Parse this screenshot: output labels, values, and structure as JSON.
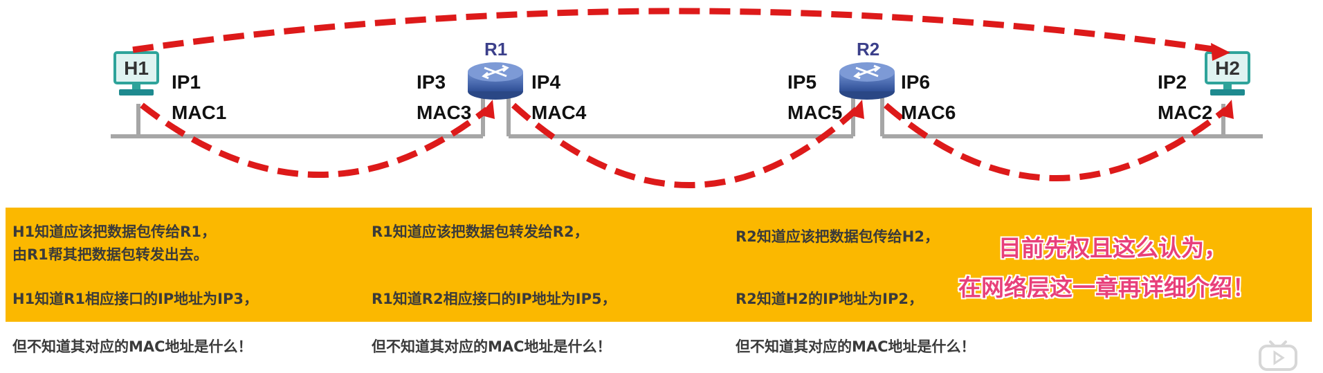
{
  "diagram": {
    "hosts": [
      {
        "name": "H1",
        "ip": "IP1",
        "mac": "MAC1"
      },
      {
        "name": "H2",
        "ip": "IP2",
        "mac": "MAC2"
      }
    ],
    "routers": [
      {
        "name": "R1",
        "left_ip": "IP3",
        "left_mac": "MAC3",
        "right_ip": "IP4",
        "right_mac": "MAC4"
      },
      {
        "name": "R2",
        "left_ip": "IP5",
        "left_mac": "MAC5",
        "right_ip": "IP6",
        "right_mac": "MAC6"
      }
    ],
    "colors": {
      "arrow": "#dd1a1a",
      "link": "#a6a6a6",
      "router": "#3d62a8",
      "host_screen": "#2ea39a",
      "band": "#fbb800",
      "note": "#e8407a"
    }
  },
  "panels": [
    {
      "line1": "H1知道应该把数据包传给R1，",
      "line2": "由R1帮其把数据包转发出去。",
      "line3": "H1知道R1相应接口的IP地址为IP3，",
      "line4": "但不知道其对应的MAC地址是什么！"
    },
    {
      "line1": "R1知道应该把数据包转发给R2，",
      "line3": "R1知道R2相应接口的IP地址为IP5，",
      "line4": "但不知道其对应的MAC地址是什么！"
    },
    {
      "line1": "R2知道应该把数据包传给H2，",
      "line3": "R2知道H2的IP地址为IP2，",
      "line4": "但不知道其对应的MAC地址是什么！"
    }
  ],
  "note": {
    "line1": "目前先权且这么认为，",
    "line2": "在网络层这一章再详细介绍！"
  },
  "icons": {
    "play": "play-icon"
  }
}
